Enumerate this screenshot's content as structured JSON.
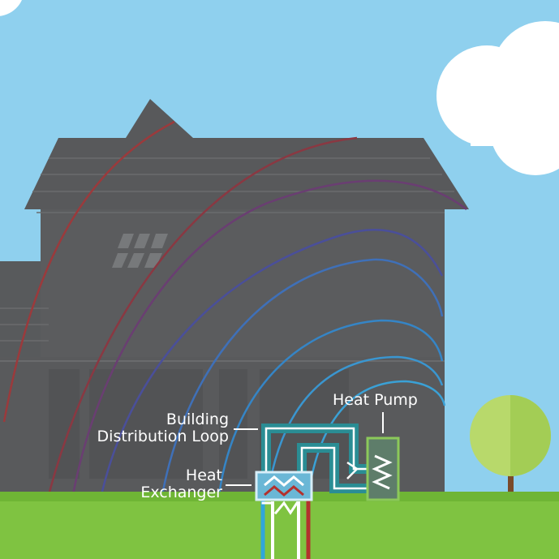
{
  "labels": {
    "building_loop": [
      "Building",
      "Distribution Loop"
    ],
    "heat_exchanger": [
      "Heat",
      "Exchanger"
    ],
    "heat_pump": "Heat Pump"
  },
  "colors": {
    "sky": "#8fd0ee",
    "house": "#5b5c5e",
    "ground": "#7fc341",
    "teal_pipe": "#2a8d94",
    "cool_pipe": "#3aa1d6",
    "warm_pipe": "#b3312d",
    "pump_outline": "#8cc95a",
    "tree_crown": "#b8d96b",
    "tree_trunk": "#7a4a2a"
  }
}
